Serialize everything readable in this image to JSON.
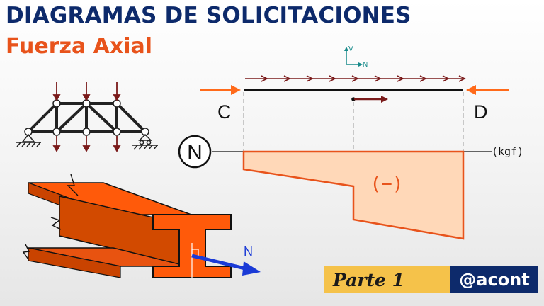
{
  "header": {
    "title": "DIAGRAMAS DE SOLICITACIONES",
    "subtitle": "Fuerza Axial"
  },
  "diagram": {
    "axis_v_label": "V",
    "axis_n_label": "N",
    "node_left_label": "C",
    "node_right_label": "D",
    "diagram_symbol": "N",
    "unit_label": "(kgf)",
    "sign_label": "(−)",
    "beam_force_label": "N"
  },
  "footer": {
    "part_label": "Parte 1",
    "handle_label": "@acont"
  },
  "colors": {
    "title": "#0d2a6b",
    "subtitle": "#e8531b",
    "load_arrows": "#7a1a1a",
    "end_forces": "#ff6a1a",
    "diagram_fill": "#ffd8b8",
    "diagram_stroke": "#e8531b",
    "beam_orange": "#ff5a0a",
    "beam_shadow": "#d24a00",
    "force_vector": "#1a3ad6",
    "axis_teal": "#178a8a",
    "tag_yellow": "#f5c24a",
    "tag_navy": "#0d2a6b"
  }
}
